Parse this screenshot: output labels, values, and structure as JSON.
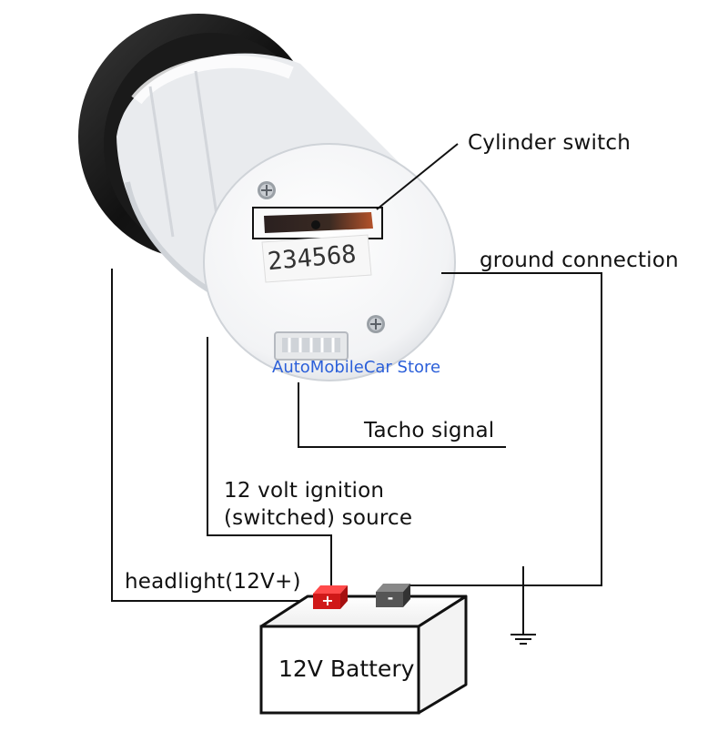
{
  "labels": {
    "cylinder_switch": "Cylinder switch",
    "ground_connection": "ground connection",
    "tacho_signal": "Tacho signal",
    "ignition_line1": "12 volt ignition",
    "ignition_line2": "(switched) source",
    "headlight": "headlight(12V+)"
  },
  "gauge": {
    "cylinder_numbers": "234568"
  },
  "battery": {
    "label": "12V Battery",
    "plus": "+",
    "minus": "-"
  },
  "watermark": "AutoMobileCar Store",
  "colors": {
    "positive_terminal": "#d01818",
    "negative_terminal": "#555555",
    "watermark": "#2b5fd9",
    "wire": "#111111"
  }
}
